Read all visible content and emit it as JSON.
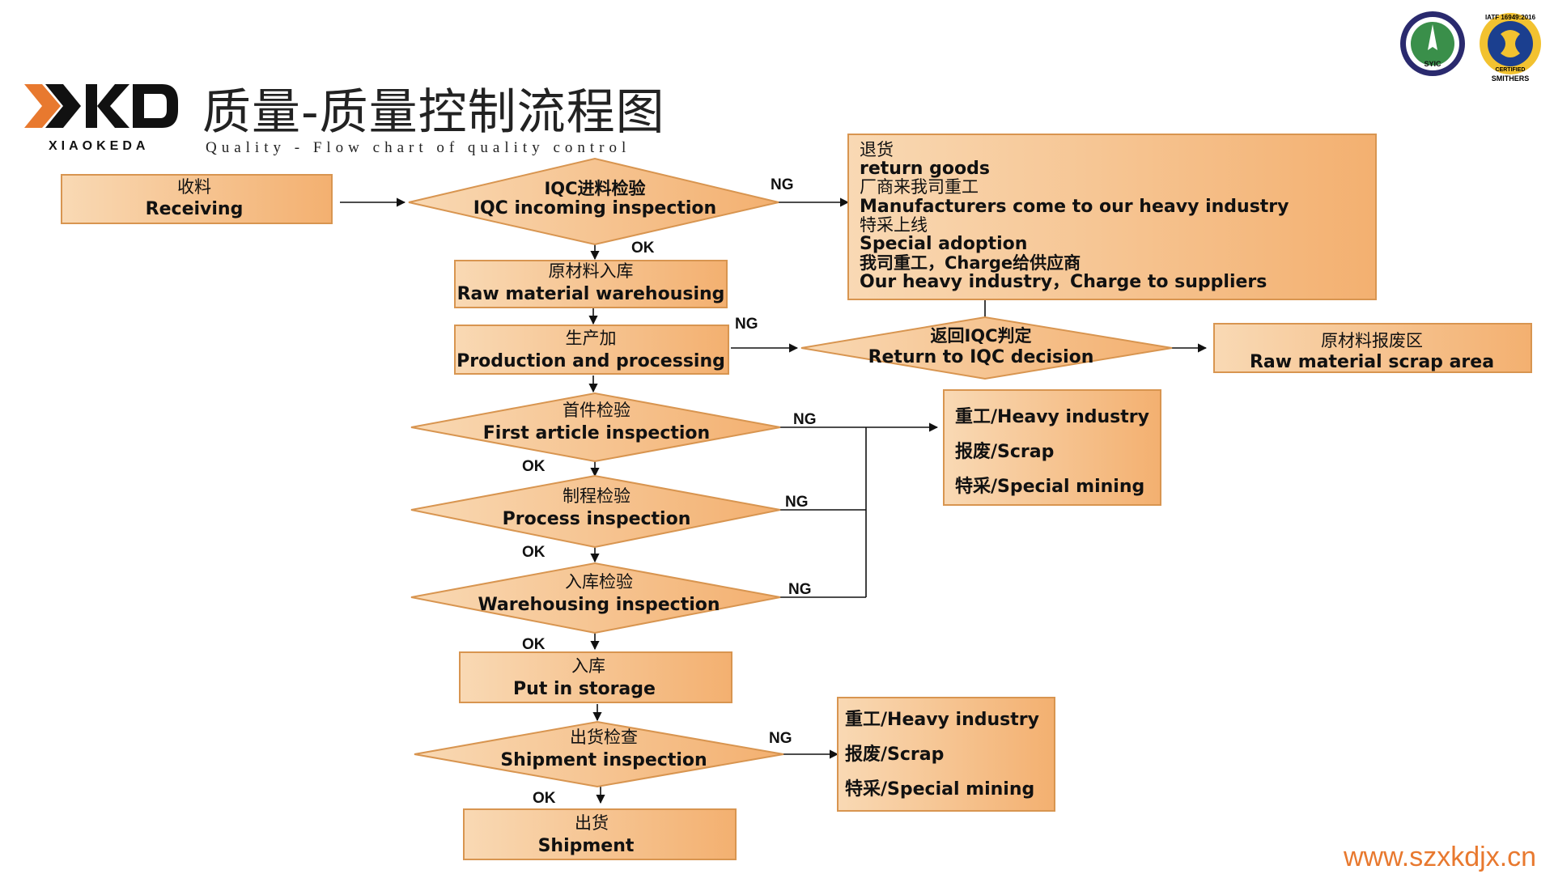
{
  "header": {
    "title": "质量-质量控制流程图",
    "subtitle": "Quality - Flow chart of quality control",
    "brand_name": "XIAOKEDA",
    "logo_text": "XKD"
  },
  "badges": {
    "left": "SYIC",
    "right_top": "IATF 16949:2016",
    "right_mid": "CERTIFIED",
    "right_bottom": "SMITHERS"
  },
  "footer": {
    "url": "www.szxkdjx.cn"
  },
  "colors": {
    "accent": "#e8792f",
    "box_fill": "#f6c48f",
    "box_edge": "#f0a85e",
    "text": "#111111"
  },
  "flow": {
    "receiving": {
      "cn": "收料",
      "en": "Receiving"
    },
    "iqc": {
      "cn": "IQC进料检验",
      "en": "IQC incoming inspection"
    },
    "raw_warehousing": {
      "cn": "原材料入库",
      "en": "Raw material warehousing"
    },
    "production": {
      "cn": "生产加",
      "en": "Production and processing"
    },
    "first_article": {
      "cn": "首件检验",
      "en": "First article inspection"
    },
    "process": {
      "cn": "制程检验",
      "en": "Process inspection"
    },
    "warehousing": {
      "cn": "入库检验",
      "en": "Warehousing inspection"
    },
    "storage": {
      "cn": "入库",
      "en": "Put in storage"
    },
    "shipment_inspection": {
      "cn": "出货检查",
      "en": "Shipment inspection"
    },
    "shipment": {
      "cn": "出货",
      "en": "Shipment"
    },
    "return_iqc": {
      "cn": "返回IQC判定",
      "en": "Return to IQC decision"
    },
    "scrap_area": {
      "cn": "原材料报废区",
      "en": "Raw material scrap area"
    },
    "return_goods": {
      "lines": [
        "退货",
        "return goods",
        "厂商来我司重工",
        "Manufacturers come to our heavy industry",
        "特采上线",
        "Special adoption",
        "我司重工，Charge给供应商",
        "Our heavy industry，Charge to suppliers"
      ]
    },
    "disposition_mid": {
      "lines": [
        "重工/Heavy industry",
        "报废/Scrap",
        "特采/Special mining"
      ]
    },
    "disposition_bottom": {
      "lines": [
        "重工/Heavy industry",
        "报废/Scrap",
        "特采/Special mining"
      ]
    },
    "labels": {
      "ng": "NG",
      "ok": "OK"
    }
  }
}
